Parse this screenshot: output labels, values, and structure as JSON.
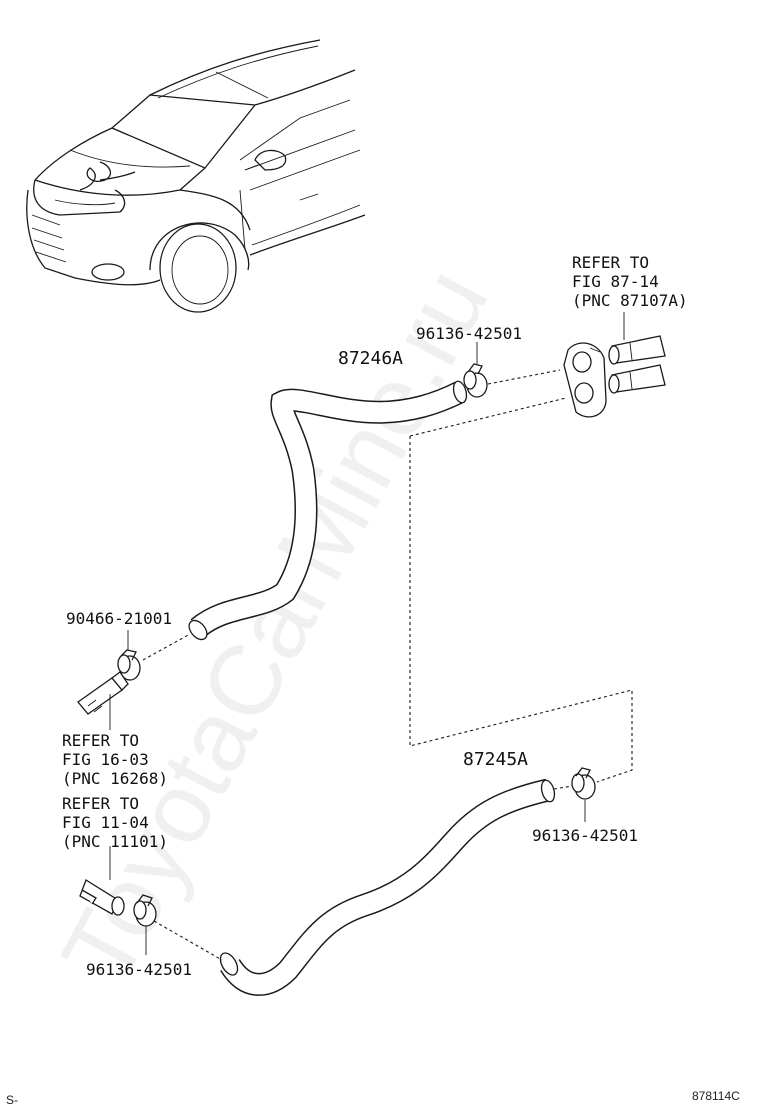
{
  "watermark": "ToyotaCarMine.ru",
  "labels": {
    "hose_upper": "87246A",
    "hose_lower": "87245A",
    "clamp_top": "96136-42501",
    "clamp_right": "96136-42501",
    "clamp_bottom": "96136-42501",
    "clip_left": "90466-21001"
  },
  "refs": {
    "ref_87": [
      "REFER TO",
      "FIG 87-14",
      "(PNC 87107A)"
    ],
    "ref_16": [
      "REFER TO",
      "FIG 16-03",
      "(PNC 16268)"
    ],
    "ref_11": [
      "REFER TO",
      "FIG 11-04",
      "(PNC 11101)"
    ]
  },
  "footer": {
    "left": "S-",
    "right": "878114C"
  }
}
